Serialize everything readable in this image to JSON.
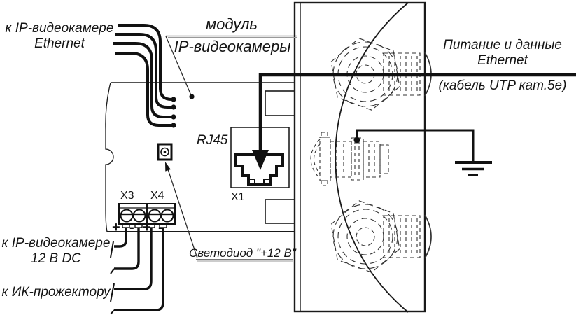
{
  "diagram": {
    "title_hint": "IP camera module wiring diagram",
    "labels": {
      "camera_ethernet_line1": "к IP-видеокамере",
      "camera_ethernet_line2": "Ethernet",
      "module_line1": "модуль",
      "module_line2": "IP-видеокамеры",
      "power_data_line1": "Питание и данные",
      "power_data_line2": "Ethernet",
      "power_data_line3": "(кабель UTP кат.5е)",
      "rj45": "RJ45",
      "x1": "X1",
      "x3": "X3",
      "x4": "X4",
      "led": "Светодиод \"+12 В\"",
      "camera_12v_line1": "к IP-видеокамере",
      "camera_12v_line2": "12 В DC",
      "ir_projector": "к ИК-прожектору"
    },
    "polarity": [
      "+",
      "-",
      "+",
      "-"
    ],
    "colors": {
      "line": "#1a1a1a",
      "dashed": "#333333",
      "underline_shadow": "#999999",
      "background": "#ffffff"
    }
  }
}
